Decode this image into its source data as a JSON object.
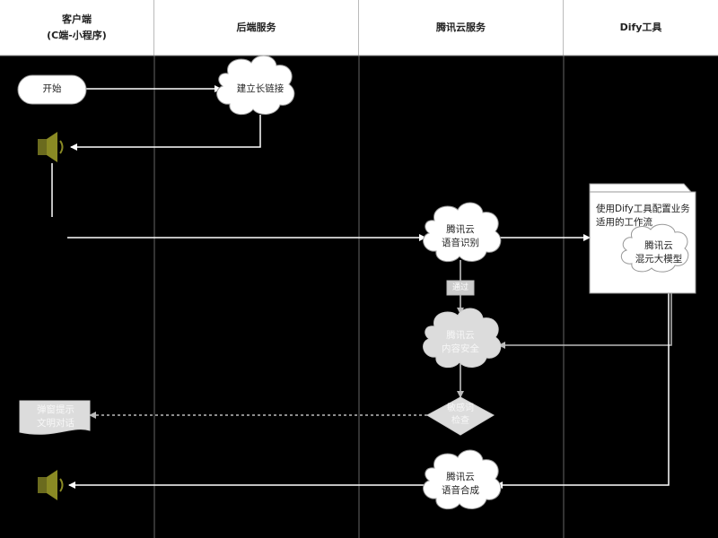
{
  "lanes": [
    {
      "title": "客户端\n(C端-小程序)"
    },
    {
      "title": "后端服务"
    },
    {
      "title": "腾讯云服务"
    },
    {
      "title": "Dify工具"
    }
  ],
  "nodes": {
    "start": "开始",
    "long_connection": "建立长链接",
    "asr": "腾讯云\n语音识别",
    "content_safety": "腾讯云\n内容安全",
    "sensitive_check": "敏感词\n检查",
    "tts": "腾讯云\n语音合成",
    "popup": "弹窗提示\n文明对话",
    "dify_workflow": "使用Dify工具配置业务适用的工作流",
    "hunyuan": "腾讯云\n混元大模型",
    "pass_label": "通过"
  },
  "colors": {
    "background": "#000000",
    "header": "#ffffff",
    "line": "#ffffff",
    "node_fill": "#ffffff",
    "faded_fill": "#dcdcdc"
  }
}
